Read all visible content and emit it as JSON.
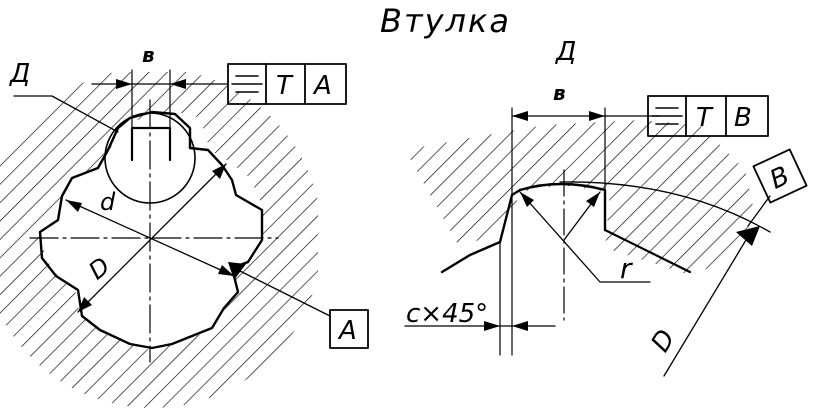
{
  "title": "Втулка",
  "left_view": {
    "label_D": "Д",
    "width_label": "в",
    "inner_dia_label": "d",
    "outer_dia_label": "D",
    "datum_box": "A",
    "fcf": {
      "symbol": "symmetry-icon",
      "tolerance": "T",
      "datum": "A"
    }
  },
  "right_view": {
    "label_D": "Д",
    "width_label": "в",
    "radius_label": "r",
    "chamfer_label": "c×45°",
    "outer_dia_label": "D",
    "datum_box": "B",
    "fcf": {
      "symbol": "symmetry-icon",
      "tolerance": "T",
      "datum": "B"
    }
  },
  "colors": {
    "ink": "#000000",
    "paper": "#ffffff"
  }
}
